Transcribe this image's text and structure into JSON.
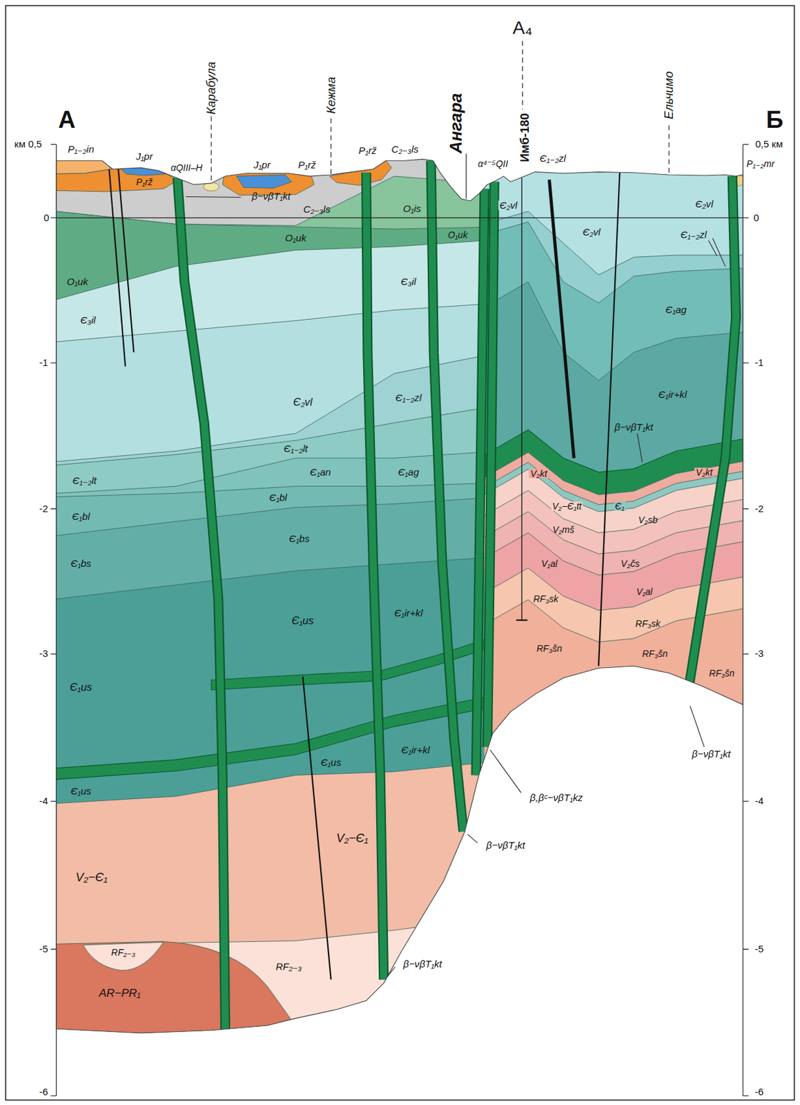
{
  "diagram": {
    "labels": [
      "А",
      "Б",
      "А₄",
      "Карабула",
      "Кежма",
      "Ангара",
      "Имб-180",
      "Ельчимо",
      "км 0,5",
      "0",
      "-1",
      "-2",
      "-3",
      "-4",
      "-5",
      "-6",
      "0,5 км",
      "0",
      "-1",
      "-2",
      "-3",
      "-4",
      "-5",
      "-6",
      "P₁₋₂in",
      "J₁pr",
      "P₁rž",
      "αQIII–H",
      "J₁pr",
      "P₁rž",
      "β−νβT₁kt",
      "C₂₋₃ls",
      "P₁rž",
      "C₂₋₃ls",
      "O₁is",
      "α⁴⁻⁵QII",
      "Є₁₋₂zl",
      "P₁₋₂mr",
      "O₁uk",
      "O₁uk",
      "O₁uk",
      "Є₃il",
      "Є₃il",
      "Є₂vl",
      "Є₁₋₂zl",
      "Є₁₋₂lt",
      "Є₁₋₂lt",
      "Є₁an",
      "Є₁ag",
      "Є₁bl",
      "Є₁bl",
      "Є₁bs",
      "Є₁bs",
      "Є₁us",
      "Є₁us",
      "Є₁ir+kl",
      "Є₁us",
      "Є₁us",
      "Є₁ir+kl",
      "V₂−Є₁",
      "V₂−Є₁",
      "RF₂₋₃",
      "RF₂₋₃",
      "AR−PR₁",
      "β−νβT₁kt",
      "β−νβT₁kt",
      "β,βᶜ−νβT₁kz",
      "β−νβT₁kt",
      "Є₂vl",
      "Є₂vl",
      "Є₂vl",
      "Є₁₋₂zl",
      "Є₁ag",
      "Є₁ir+kl",
      "β−νβT₁kt",
      "V₂kt",
      "V₂−Є₁tt",
      "Є₁",
      "V₂sb",
      "V₂kt",
      "V₂mš",
      "V₂čs",
      "V₁al",
      "V₁al",
      "RF₃sk",
      "RF₃sk",
      "RF₃šn",
      "RF₃šn",
      "RF₃šn"
    ]
  }
}
